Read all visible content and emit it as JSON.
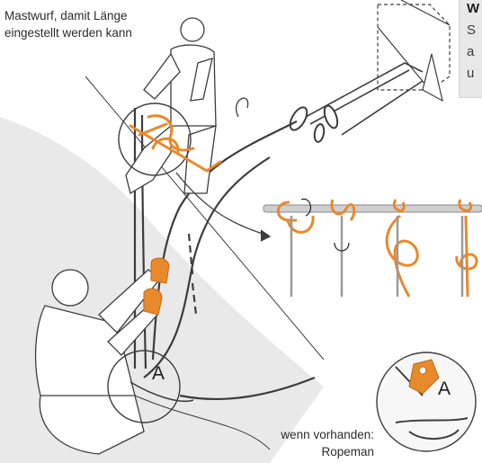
{
  "labels": {
    "top_left": [
      "Mastwurf, damit Länge",
      "eingestellt werden kann"
    ],
    "bottom_right": [
      "wenn vorhanden:",
      "Ropeman"
    ]
  },
  "info_box": {
    "lines": [
      "W",
      "S",
      "a",
      "u"
    ]
  },
  "markers": {
    "main": "A",
    "detail": "A"
  },
  "colors": {
    "rope_orange": "#e8892b",
    "line_gray": "#3c3c3c",
    "slope_shade": "#e9e9e9",
    "info_box_bg": "#e8e8e8"
  }
}
